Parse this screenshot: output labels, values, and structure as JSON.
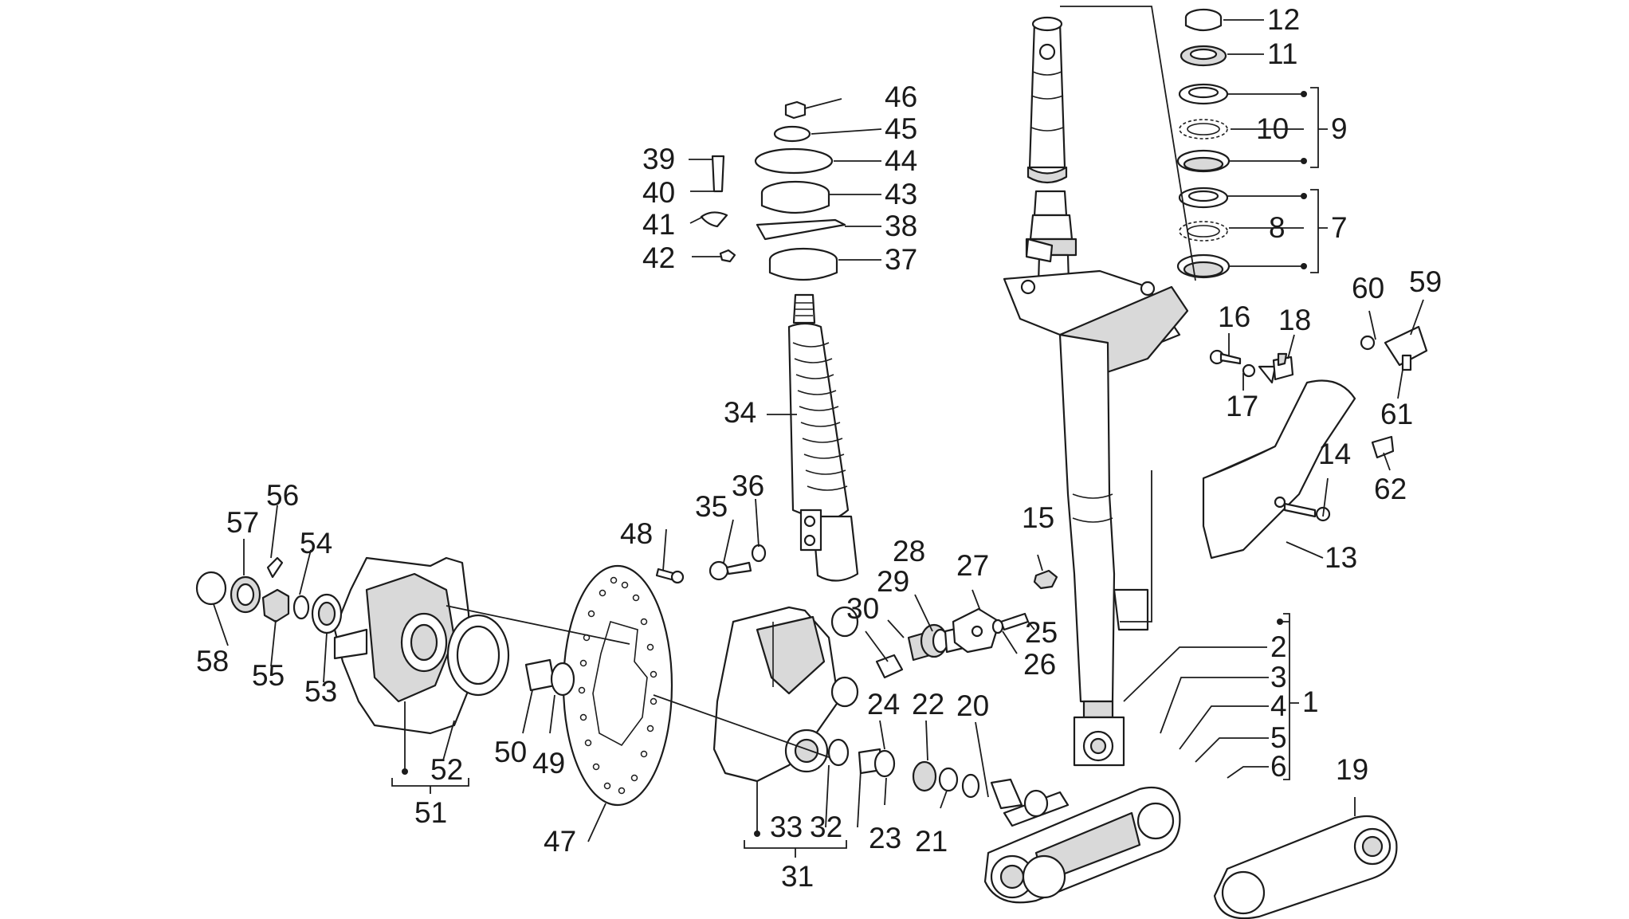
{
  "diagram": {
    "type": "exploded-parts-view",
    "callouts": [
      {
        "id": "c1",
        "label": "1"
      },
      {
        "id": "c2",
        "label": "2"
      },
      {
        "id": "c3",
        "label": "3"
      },
      {
        "id": "c4",
        "label": "4"
      },
      {
        "id": "c5",
        "label": "5"
      },
      {
        "id": "c6",
        "label": "6"
      },
      {
        "id": "c7",
        "label": "7"
      },
      {
        "id": "c8",
        "label": "8"
      },
      {
        "id": "c9",
        "label": "9"
      },
      {
        "id": "c10",
        "label": "10"
      },
      {
        "id": "c11",
        "label": "11"
      },
      {
        "id": "c12",
        "label": "12"
      },
      {
        "id": "c13",
        "label": "13"
      },
      {
        "id": "c14",
        "label": "14"
      },
      {
        "id": "c15",
        "label": "15"
      },
      {
        "id": "c16",
        "label": "16"
      },
      {
        "id": "c17",
        "label": "17"
      },
      {
        "id": "c18",
        "label": "18"
      },
      {
        "id": "c19",
        "label": "19"
      },
      {
        "id": "c20",
        "label": "20"
      },
      {
        "id": "c21",
        "label": "21"
      },
      {
        "id": "c22",
        "label": "22"
      },
      {
        "id": "c23",
        "label": "23"
      },
      {
        "id": "c24",
        "label": "24"
      },
      {
        "id": "c25",
        "label": "25"
      },
      {
        "id": "c26",
        "label": "26"
      },
      {
        "id": "c27",
        "label": "27"
      },
      {
        "id": "c28",
        "label": "28"
      },
      {
        "id": "c29",
        "label": "29"
      },
      {
        "id": "c30",
        "label": "30"
      },
      {
        "id": "c31",
        "label": "31"
      },
      {
        "id": "c32",
        "label": "32"
      },
      {
        "id": "c33",
        "label": "33"
      },
      {
        "id": "c34",
        "label": "34"
      },
      {
        "id": "c35",
        "label": "35"
      },
      {
        "id": "c36",
        "label": "36"
      },
      {
        "id": "c37",
        "label": "37"
      },
      {
        "id": "c38",
        "label": "38"
      },
      {
        "id": "c39",
        "label": "39"
      },
      {
        "id": "c40",
        "label": "40"
      },
      {
        "id": "c41",
        "label": "41"
      },
      {
        "id": "c42",
        "label": "42"
      },
      {
        "id": "c43",
        "label": "43"
      },
      {
        "id": "c44",
        "label": "44"
      },
      {
        "id": "c45",
        "label": "45"
      },
      {
        "id": "c46",
        "label": "46"
      },
      {
        "id": "c47",
        "label": "47"
      },
      {
        "id": "c48",
        "label": "48"
      },
      {
        "id": "c49",
        "label": "49"
      },
      {
        "id": "c50",
        "label": "50"
      },
      {
        "id": "c51",
        "label": "51"
      },
      {
        "id": "c52",
        "label": "52"
      },
      {
        "id": "c53",
        "label": "53"
      },
      {
        "id": "c54",
        "label": "54"
      },
      {
        "id": "c55",
        "label": "55"
      },
      {
        "id": "c56",
        "label": "56"
      },
      {
        "id": "c57",
        "label": "57"
      },
      {
        "id": "c58",
        "label": "58"
      },
      {
        "id": "c59",
        "label": "59"
      },
      {
        "id": "c60",
        "label": "60"
      },
      {
        "id": "c61",
        "label": "61"
      },
      {
        "id": "c62",
        "label": "62"
      }
    ]
  }
}
